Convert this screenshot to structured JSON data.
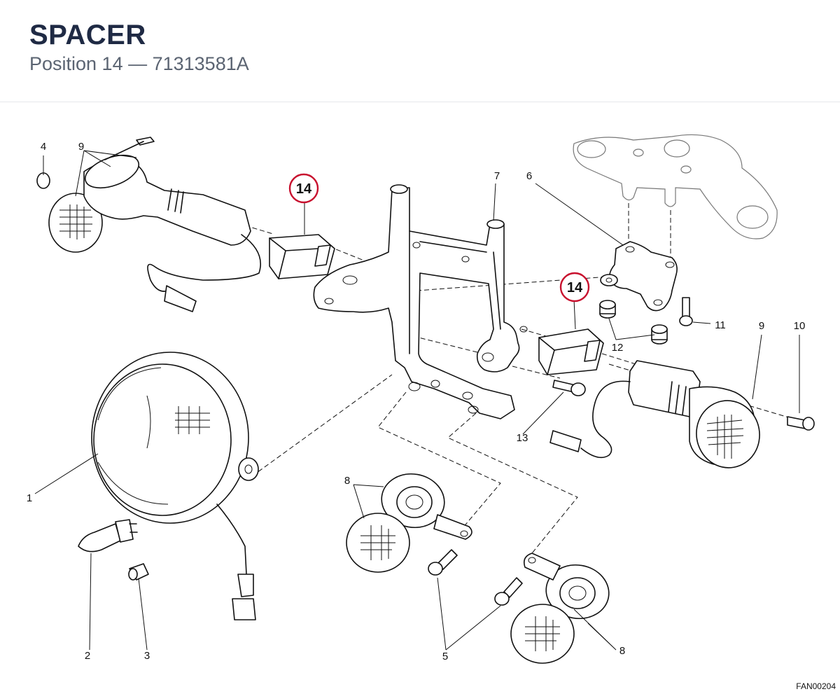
{
  "header": {
    "title": "SPACER",
    "subtitle": "Position 14 — 71313581A"
  },
  "diagram": {
    "callouts": {
      "p1": "1",
      "p2": "2",
      "p3": "3",
      "p4": "4",
      "p5": "5",
      "p6": "6",
      "p7": "7",
      "p8a": "8",
      "p8b": "8",
      "p9a": "9",
      "p9b": "9",
      "p10": "10",
      "p11": "11",
      "p12": "12",
      "p13": "13"
    },
    "highlight": {
      "label": "14",
      "color": "#c8102e"
    },
    "drawing_code": "FAN00204"
  }
}
